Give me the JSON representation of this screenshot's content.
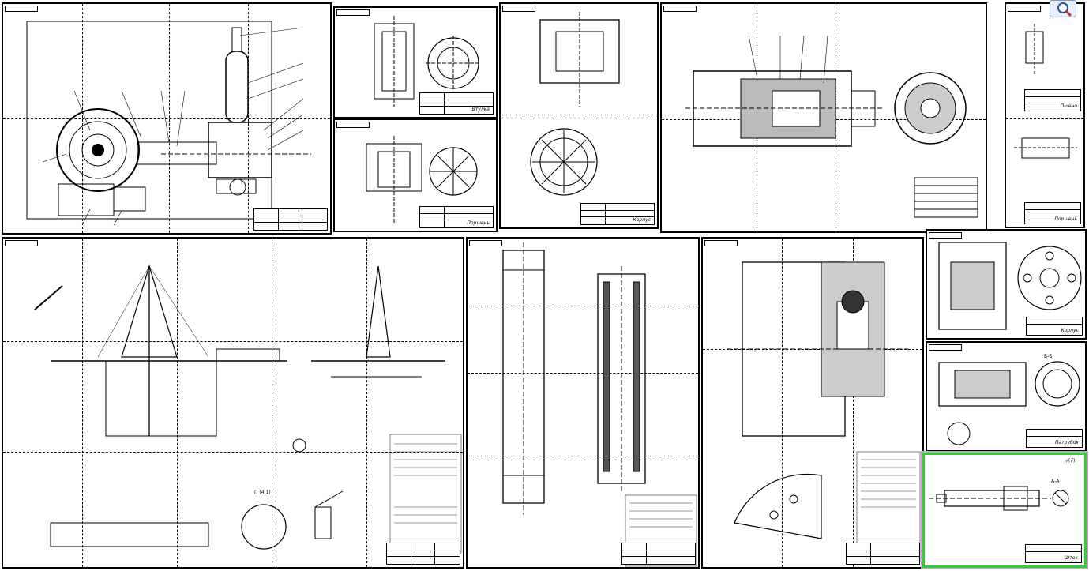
{
  "viewer": {
    "zoom_tool": "magnifier-icon"
  },
  "sheets": [
    {
      "id": "general-pump",
      "title_block": ""
    },
    {
      "id": "sleeve",
      "title_block": "Втулка"
    },
    {
      "id": "plunger",
      "title_block": "Поршень"
    },
    {
      "id": "cover",
      "title_block": "Корпус"
    },
    {
      "id": "valve-assembly",
      "title_block": ""
    },
    {
      "id": "piston",
      "title_block": "Поршень"
    },
    {
      "id": "seat-top",
      "title_block": "Пшено"
    },
    {
      "id": "rig-layout",
      "title_block": ""
    },
    {
      "id": "column",
      "title_block": ""
    },
    {
      "id": "head-assembly",
      "title_block": ""
    },
    {
      "id": "gear-right",
      "title_block": "Корпус"
    },
    {
      "id": "saddle-right",
      "title_block": "Патрубок"
    },
    {
      "id": "rod",
      "title_block": "Шток"
    }
  ],
  "annotations": {
    "section_b": "Б-Б",
    "section_a": "А-А",
    "view_ii": "П (4:1)",
    "roughness": "√(√)"
  }
}
